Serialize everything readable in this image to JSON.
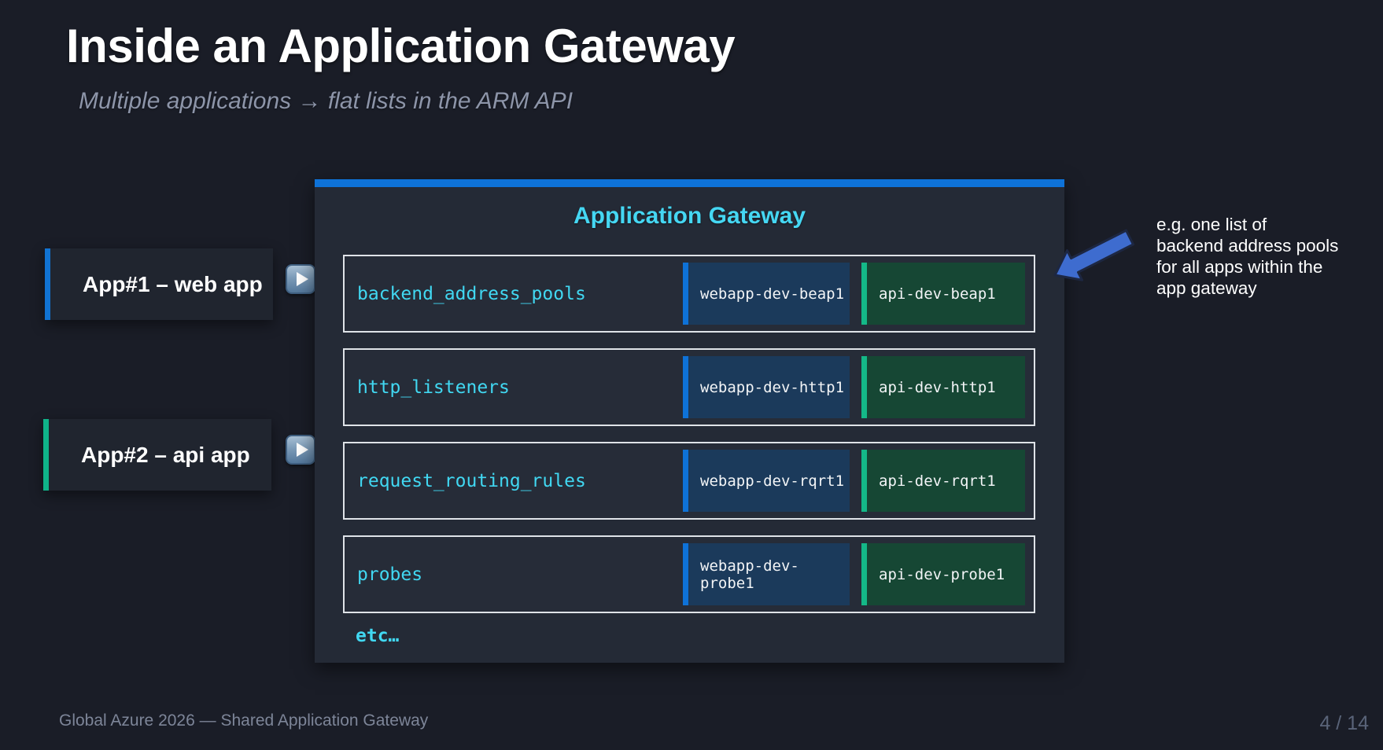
{
  "slide": {
    "title": "Inside an Application Gateway",
    "subtitle": "Multiple applications → flat lists in the ARM API",
    "footer": "Global Azure 2026 — Shared Application Gateway",
    "page_number": "4 / 14"
  },
  "apps": [
    {
      "label": "App#1 – web app",
      "accent": "#1173d2"
    },
    {
      "label": "App#2 – api app",
      "accent": "#0fb389"
    }
  ],
  "gateway": {
    "title": "Application Gateway",
    "rows": [
      {
        "label": "backend_address_pools",
        "web": "webapp-dev-beap1",
        "api": "api-dev-beap1"
      },
      {
        "label": "http_listeners",
        "web": "webapp-dev-http1",
        "api": "api-dev-http1"
      },
      {
        "label": "request_routing_rules",
        "web": "webapp-dev-rqrt1",
        "api": "api-dev-rqrt1"
      },
      {
        "label": "probes",
        "web": "webapp-dev-probe1",
        "api": "api-dev-probe1"
      }
    ],
    "etc": "etc…"
  },
  "note": {
    "lines": [
      "e.g. one list of",
      "backend address pools",
      "for all apps within the",
      "app gateway"
    ]
  },
  "icons": {
    "play": "play-button-icon",
    "arrow": "down-left-arrow-icon"
  },
  "colors": {
    "background": "#1a1d27",
    "panel": "#242a36",
    "accent_blue": "#0e72d8",
    "accent_green": "#14b888",
    "cyan_text": "#41d8f2",
    "chip_web_bg": "#1b3a5b",
    "chip_api_bg": "#164734",
    "row_border": "#dfe3e8",
    "muted_text": "#7d8598",
    "arrow_fill": "#3e6ccf"
  }
}
